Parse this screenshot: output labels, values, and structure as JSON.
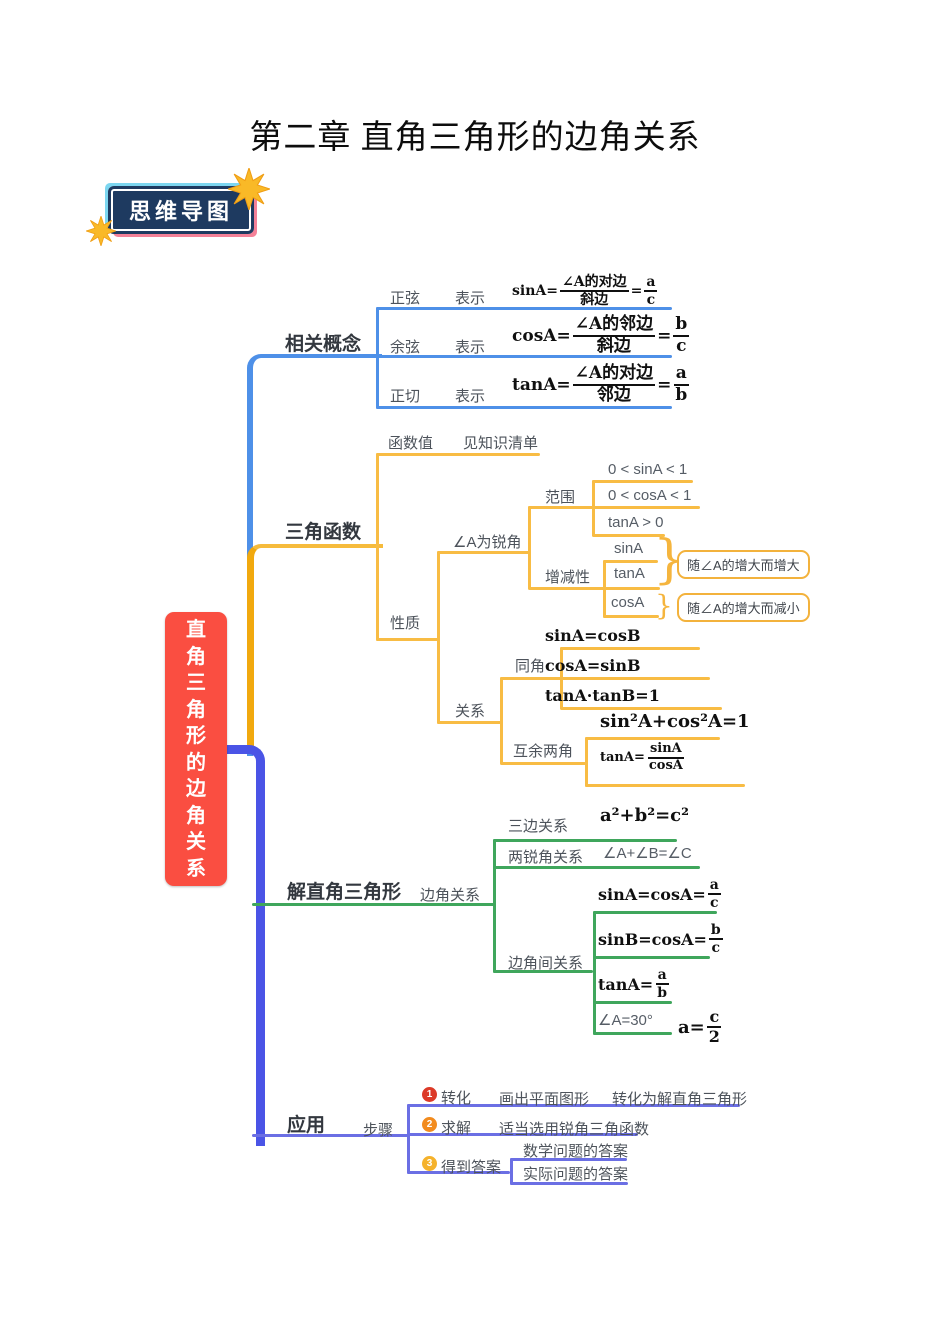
{
  "page": {
    "title": "第二章 直角三角形的边角关系",
    "badge_label": "思维导图",
    "root_label": "直角三角形的边角关系"
  },
  "concepts": {
    "label": "相关概念",
    "rows": [
      {
        "term": "正弦",
        "rel": "表示",
        "lead": "sinA=",
        "num": "∠A的对边",
        "den": "斜边",
        "eq": "=",
        "num2": "a",
        "den2": "c"
      },
      {
        "term": "余弦",
        "rel": "表示",
        "lead": "cosA=",
        "num": "∠A的邻边",
        "den": "斜边",
        "eq": "=",
        "num2": "b",
        "den2": "c"
      },
      {
        "term": "正切",
        "rel": "表示",
        "lead": "tanA=",
        "num": "∠A的对边",
        "den": "邻边",
        "eq": "=",
        "num2": "a",
        "den2": "b"
      }
    ]
  },
  "trig": {
    "label": "三角函数",
    "value_label": "函数值",
    "value_note": "见知识清单",
    "property_label": "性质",
    "acute_label": "∠A为锐角",
    "range_label": "范围",
    "ranges": [
      "0 < sinA < 1",
      "0 < cosA < 1",
      "tanA > 0"
    ],
    "mono_label": "增减性",
    "increase_items": [
      "sinA",
      "tanA"
    ],
    "decrease_items": [
      "cosA"
    ],
    "increase_note": "随∠A的增大而增大",
    "decrease_note": "随∠A的增大而减小",
    "relation_label": "关系",
    "same_angle_label": "同角",
    "same_angle_formulas": [
      "sinA=cosB",
      "cosA=sinB",
      "tanA·tanB=1"
    ],
    "comp_label": "互余两角",
    "comp_formula1": "sin²A+cos²A=1",
    "comp_formula2": {
      "lead": "tanA=",
      "num": "sinA",
      "den": "cosA"
    }
  },
  "solve": {
    "label": "解直角三角形",
    "rel_label": "边角关系",
    "sides_label": "三边关系",
    "sides_formula": "a²+b²=c²",
    "angles_label": "两锐角关系",
    "angles_formula": "∠A+∠B=∠C",
    "side_angle_label": "边角间关系",
    "formulas": [
      {
        "lead": "sinA=cosA=",
        "num": "a",
        "den": "c"
      },
      {
        "lead": "sinB=cosA=",
        "num": "b",
        "den": "c"
      },
      {
        "lead": "tanA=",
        "num": "a",
        "den": "b"
      }
    ],
    "special_label": "∠A=30°",
    "special_formula": {
      "lead": "a=",
      "num": "c",
      "den": "2"
    }
  },
  "apply": {
    "label": "应用",
    "steps_label": "步骤",
    "steps": [
      {
        "no": "1",
        "name": "转化",
        "note": "画出平面图形",
        "extra": "转化为解直角三角形"
      },
      {
        "no": "2",
        "name": "求解",
        "note": "适当选用锐角三角函数"
      },
      {
        "no": "3",
        "name": "得到答案",
        "answer1": "数学问题的答案",
        "answer2": "实际问题的答案"
      }
    ]
  },
  "colors": {
    "root_node": "#FA4E41",
    "branch_concepts": "#4E90E8",
    "branch_trig": "#F6B53C",
    "branch_solve": "#3FA65C",
    "branch_apply": "#4A54E6",
    "badge_bg": "#1E3A60",
    "step1": "#DC3A28",
    "step2": "#F28B1E",
    "step3": "#F5B22B",
    "star": "#F9B927"
  }
}
